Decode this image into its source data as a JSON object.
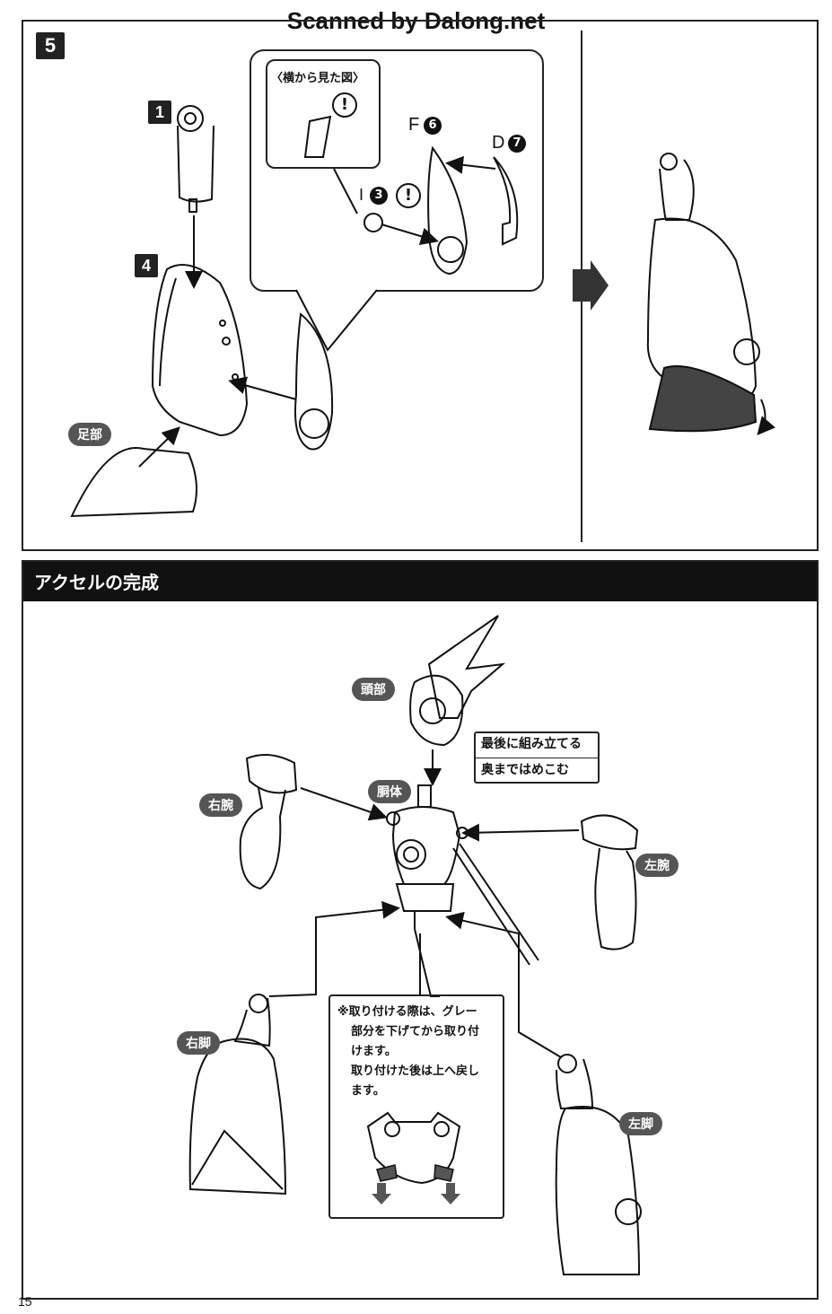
{
  "watermark": "Scanned by Dalong.net",
  "step": {
    "number": "5",
    "part_labels": [
      "1",
      "4"
    ],
    "foot_label": "足部",
    "inset_title": "〈横から見た図〉",
    "runner_F": {
      "letter": "F",
      "number": "6"
    },
    "runner_D": {
      "letter": "D",
      "number": "7"
    },
    "runner_I": {
      "letter": "I",
      "number": "3"
    },
    "caution_mark": "!"
  },
  "completion": {
    "header": "アクセルの完成",
    "labels": {
      "head": "頭部",
      "torso": "胴体",
      "right_arm": "右腕",
      "left_arm": "左腕",
      "right_leg": "右脚",
      "left_leg": "左脚"
    },
    "callout": [
      "最後に組み立てる",
      "奥まではめこむ"
    ],
    "note": [
      "※取り付ける際は、グレー",
      "部分を下げてから取り付",
      "けます。",
      "取り付けた後は上へ戻し",
      "ます。"
    ]
  },
  "page_number": "15",
  "colors": {
    "frame": "#222222",
    "header_bg": "#111111",
    "label_bg": "#555555",
    "gray_part": "#555555"
  }
}
